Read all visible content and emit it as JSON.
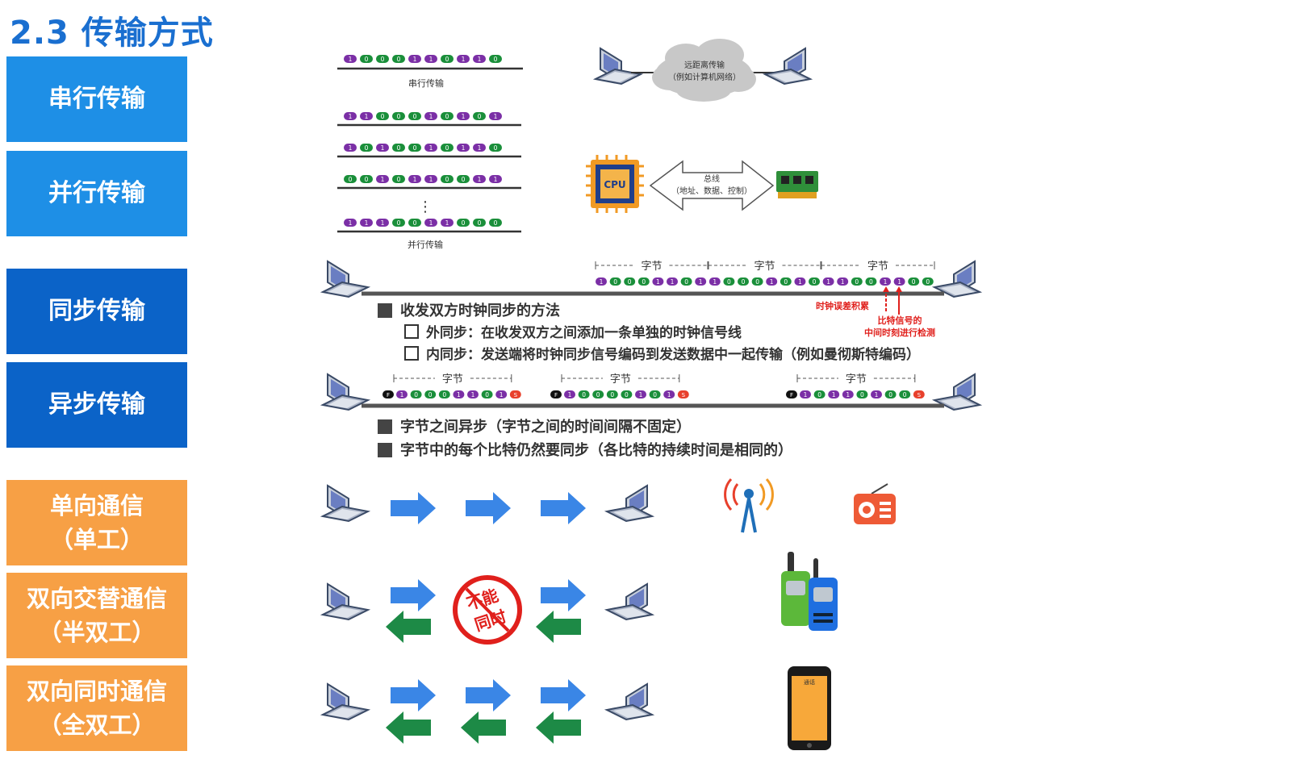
{
  "title": "2.3 传输方式",
  "nav": [
    {
      "label": "串行传输"
    },
    {
      "label": "并行传输"
    },
    {
      "label": "同步传输"
    },
    {
      "label": "异步传输"
    },
    {
      "label_line1": "单向通信",
      "label_line2": "（单工）"
    },
    {
      "label_line1": "双向交替通信",
      "label_line2": "（半双工）"
    },
    {
      "label_line1": "双向同时通信",
      "label_line2": "（全双工）"
    }
  ],
  "serial": {
    "bits": [
      "1",
      "0",
      "0",
      "0",
      "1",
      "1",
      "0",
      "1",
      "1",
      "0"
    ],
    "caption": "串行传输"
  },
  "parallel": {
    "rows": [
      [
        "1",
        "1",
        "0",
        "0",
        "0",
        "1",
        "0",
        "1",
        "0",
        "1"
      ],
      [
        "1",
        "0",
        "1",
        "0",
        "0",
        "1",
        "0",
        "1",
        "1",
        "0"
      ],
      [
        "0",
        "0",
        "1",
        "0",
        "1",
        "1",
        "0",
        "0",
        "1",
        "1"
      ],
      [
        "1",
        "1",
        "1",
        "0",
        "0",
        "1",
        "1",
        "0",
        "0",
        "0"
      ]
    ],
    "dots": "⋮",
    "caption": "并行传输"
  },
  "network": {
    "cloud_line1": "远距离传输",
    "cloud_line2": "（例如计算机网络）"
  },
  "bus": {
    "cpu_label": "CPU",
    "line1": "总线",
    "line2": "（地址、数据、控制）"
  },
  "sync": {
    "byte_label": "字节",
    "bits": [
      "1",
      "0",
      "0",
      "0",
      "1",
      "1",
      "0",
      "1",
      "1",
      "0",
      "0",
      "0",
      "1",
      "0",
      "1",
      "0",
      "1",
      "1",
      "0",
      "0",
      "1",
      "1",
      "0",
      "0"
    ],
    "error_label": "时钟误差积累",
    "detect_line1": "比特信号的",
    "detect_line2": "中间时刻进行检测",
    "bullet": "收发双方时钟同步的方法",
    "sub1": "外同步：在收发双方之间添加一条单独的时钟信号线",
    "sub2": "内同步：发送端将时钟同步信号编码到发送数据中一起传输（例如曼彻斯特编码）"
  },
  "async": {
    "byte_label": "字节",
    "start": "F",
    "stop": "S",
    "groups": [
      [
        "1",
        "0",
        "0",
        "0",
        "1",
        "1",
        "0",
        "1"
      ],
      [
        "1",
        "0",
        "0",
        "0",
        "0",
        "1",
        "0",
        "1"
      ],
      [
        "1",
        "0",
        "1",
        "1",
        "0",
        "1",
        "0",
        "0"
      ]
    ],
    "bullet1": "字节之间异步（字节之间的时间间隔不固定）",
    "bullet2": "字节中的每个比特仍然要同步（各比特的持续时间是相同的）"
  },
  "half_duplex": {
    "badge_line1": "不能",
    "badge_line2": "同时"
  },
  "phone": {
    "status_text": "通话"
  },
  "colors": {
    "title": "#1a6fd0",
    "nav_light": "#1e8fe6",
    "nav_dark": "#0b63c8",
    "nav_orange": "#f7a045",
    "bit_one": "#7b2fa6",
    "bit_zero": "#1a8f3a",
    "arrow_blue": "#3a86e6",
    "arrow_green": "#1d8a46",
    "annotation_red": "#e0201c"
  }
}
